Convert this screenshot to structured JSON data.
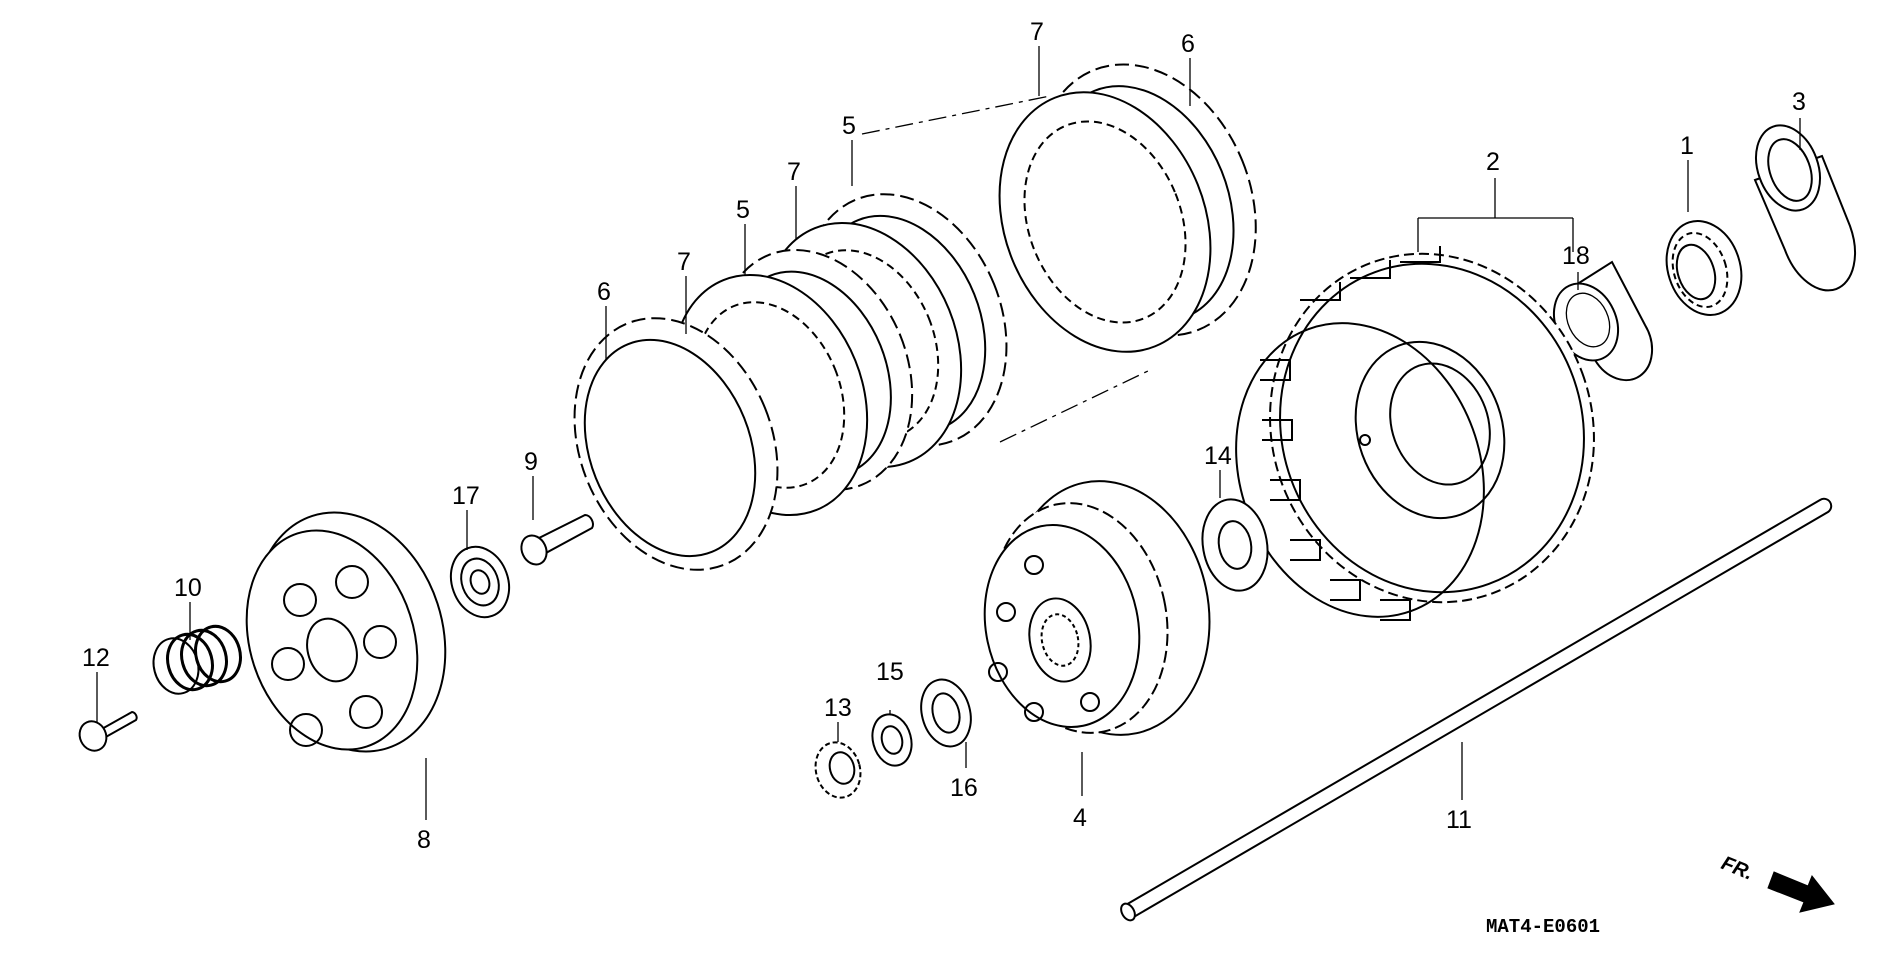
{
  "diagram": {
    "drawing_code": "MAT4-E0601",
    "direction_label": "FR.",
    "callouts": [
      "1",
      "2",
      "3",
      "4",
      "5",
      "5",
      "6",
      "6",
      "7",
      "7",
      "7",
      "8",
      "9",
      "10",
      "11",
      "12",
      "13",
      "14",
      "15",
      "16",
      "17",
      "18"
    ]
  }
}
